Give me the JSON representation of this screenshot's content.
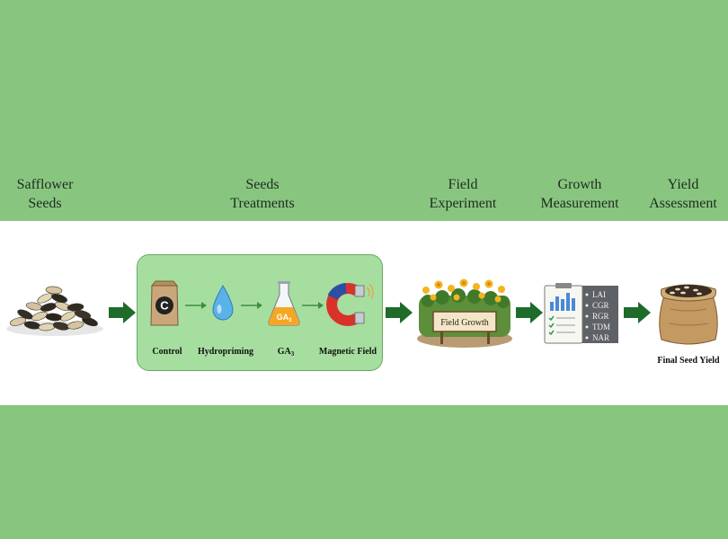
{
  "headings": {
    "seeds": "Safflower\nSeeds",
    "treatments": "Seeds\nTreatments",
    "field": "Field\nExperiment",
    "growth": "Growth\nMeasurement",
    "yield": "Yield\nAssessment"
  },
  "treatments": {
    "control": "Control",
    "control_icon_letter": "C",
    "hydropriming": "Hydropriming",
    "ga_base": "GA",
    "ga_sub": "3",
    "magnetic": "Magnetic Field"
  },
  "field_sign": "Field Growth",
  "growth_params": [
    "LAI",
    "CGR",
    "RGR",
    "TDM",
    "NAR"
  ],
  "final_yield": "Final Seed Yield",
  "colors": {
    "band_green": "#88c680",
    "box_green": "#a6dea0",
    "arrow_green": "#1e6b2a"
  }
}
